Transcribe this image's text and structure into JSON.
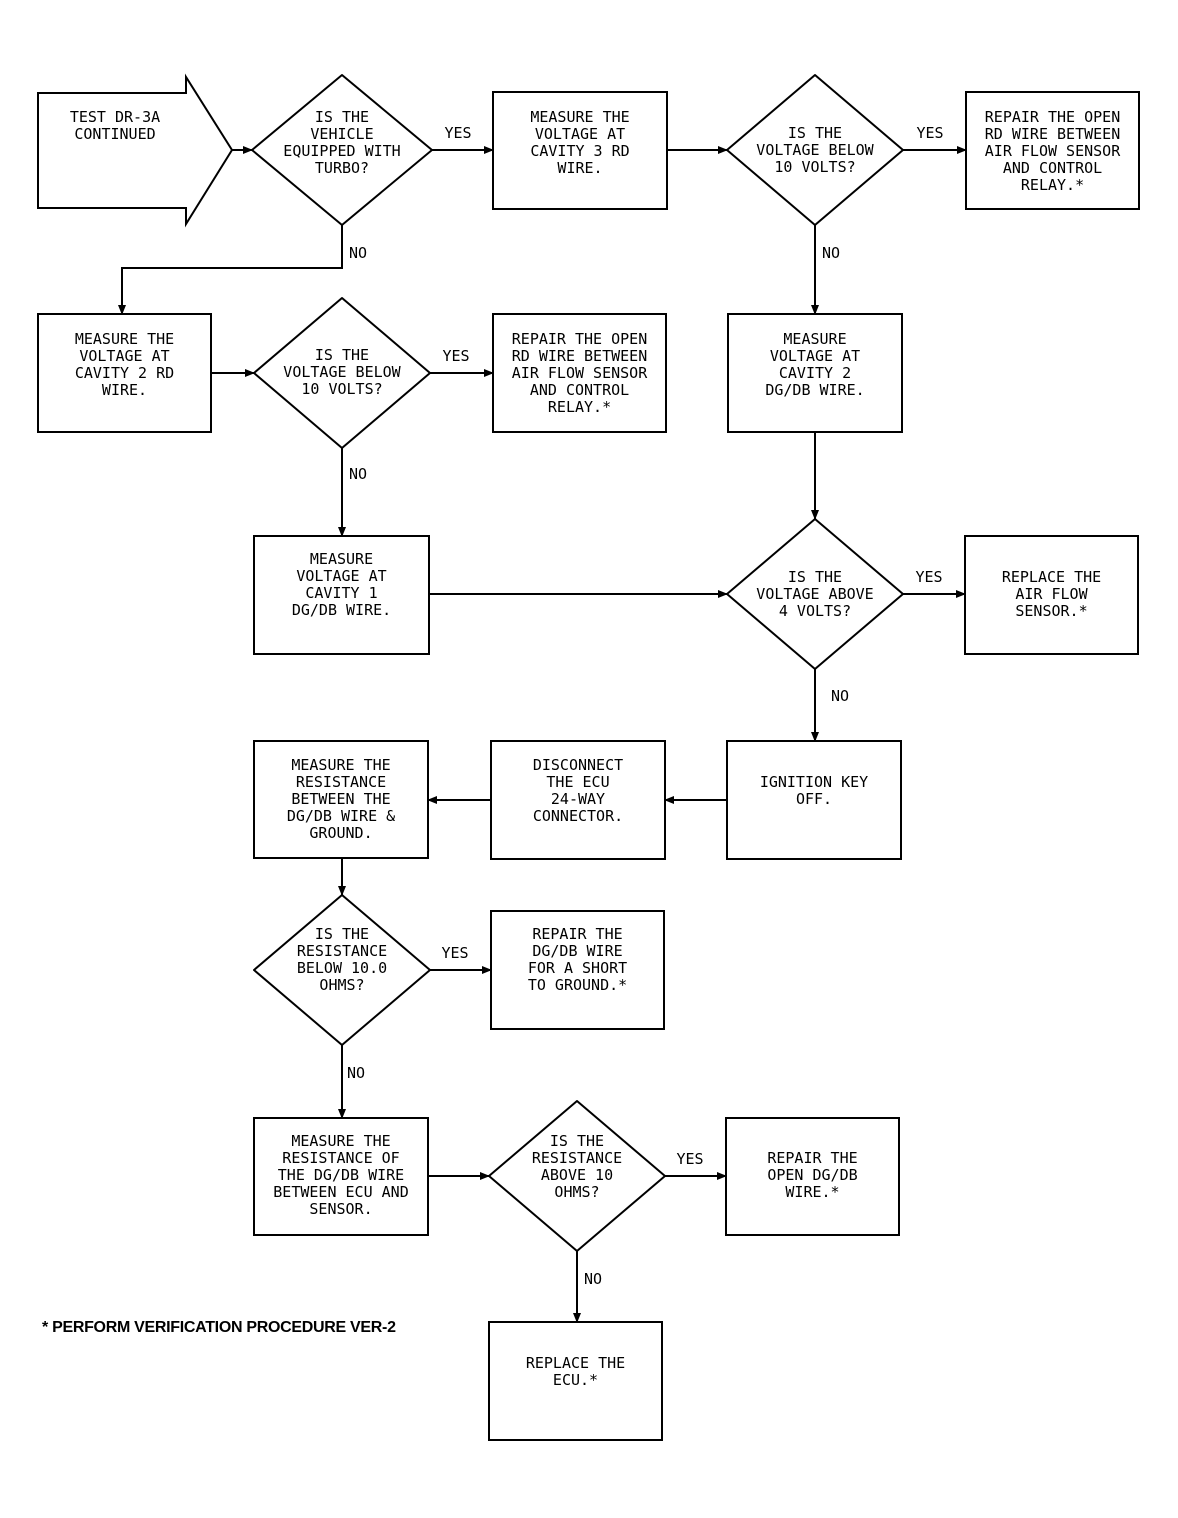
{
  "nodes": {
    "start": {
      "lines": [
        "TEST DR-3A",
        "CONTINUED"
      ]
    },
    "q_turbo": {
      "lines": [
        "IS THE",
        "VEHICLE",
        "EQUIPPED WITH",
        "TURBO?"
      ]
    },
    "m_cav3": {
      "lines": [
        "MEASURE THE",
        "VOLTAGE AT",
        "CAVITY 3 RD",
        "WIRE."
      ]
    },
    "q_below10_a": {
      "lines": [
        "IS THE",
        "VOLTAGE BELOW",
        "10 VOLTS?"
      ]
    },
    "r_rd_a": {
      "lines": [
        "REPAIR THE OPEN",
        "RD WIRE BETWEEN",
        "AIR FLOW SENSOR",
        "AND CONTROL",
        "RELAY.*"
      ]
    },
    "m_cav2_rd": {
      "lines": [
        "MEASURE THE",
        "VOLTAGE AT",
        "CAVITY 2 RD",
        "WIRE."
      ]
    },
    "q_below10_b": {
      "lines": [
        "IS THE",
        "VOLTAGE BELOW",
        "10 VOLTS?"
      ]
    },
    "r_rd_b": {
      "lines": [
        "REPAIR THE OPEN",
        "RD WIRE BETWEEN",
        "AIR FLOW SENSOR",
        "AND CONTROL",
        "RELAY.*"
      ]
    },
    "m_cav2_dg": {
      "lines": [
        "MEASURE",
        "VOLTAGE AT",
        "CAVITY 2",
        "DG/DB WIRE."
      ]
    },
    "m_cav1": {
      "lines": [
        "MEASURE",
        "VOLTAGE AT",
        "CAVITY 1",
        "DG/DB WIRE."
      ]
    },
    "q_above4": {
      "lines": [
        "IS THE",
        "VOLTAGE ABOVE",
        "4 VOLTS?"
      ]
    },
    "r_afs": {
      "lines": [
        "REPLACE THE",
        "AIR FLOW",
        "SENSOR.*"
      ]
    },
    "ign_off": {
      "lines": [
        "IGNITION KEY",
        "OFF."
      ]
    },
    "disc_ecu": {
      "lines": [
        "DISCONNECT",
        "THE ECU",
        "24-WAY",
        "CONNECTOR."
      ]
    },
    "m_res_gnd": {
      "lines": [
        "MEASURE THE",
        "RESISTANCE",
        "BETWEEN THE",
        "DG/DB WIRE &",
        "GROUND."
      ]
    },
    "q_res_below": {
      "lines": [
        "IS THE",
        "RESISTANCE",
        "BELOW 10.0",
        "OHMS?"
      ]
    },
    "r_short": {
      "lines": [
        "REPAIR THE",
        "DG/DB WIRE",
        "FOR A SHORT",
        "TO GROUND.*"
      ]
    },
    "m_res_ecu": {
      "lines": [
        "MEASURE THE",
        "RESISTANCE OF",
        "THE DG/DB WIRE",
        "BETWEEN ECU AND",
        "SENSOR."
      ]
    },
    "q_res_above": {
      "lines": [
        "IS THE",
        "RESISTANCE",
        "ABOVE 10",
        "OHMS?"
      ]
    },
    "r_open_dg": {
      "lines": [
        "REPAIR THE",
        "OPEN DG/DB",
        "WIRE.*"
      ]
    },
    "r_ecu": {
      "lines": [
        "REPLACE THE",
        "ECU.*"
      ]
    }
  },
  "labels": {
    "yes": "YES",
    "no": "NO"
  },
  "footnote": "* PERFORM VERIFICATION PROCEDURE VER-2"
}
